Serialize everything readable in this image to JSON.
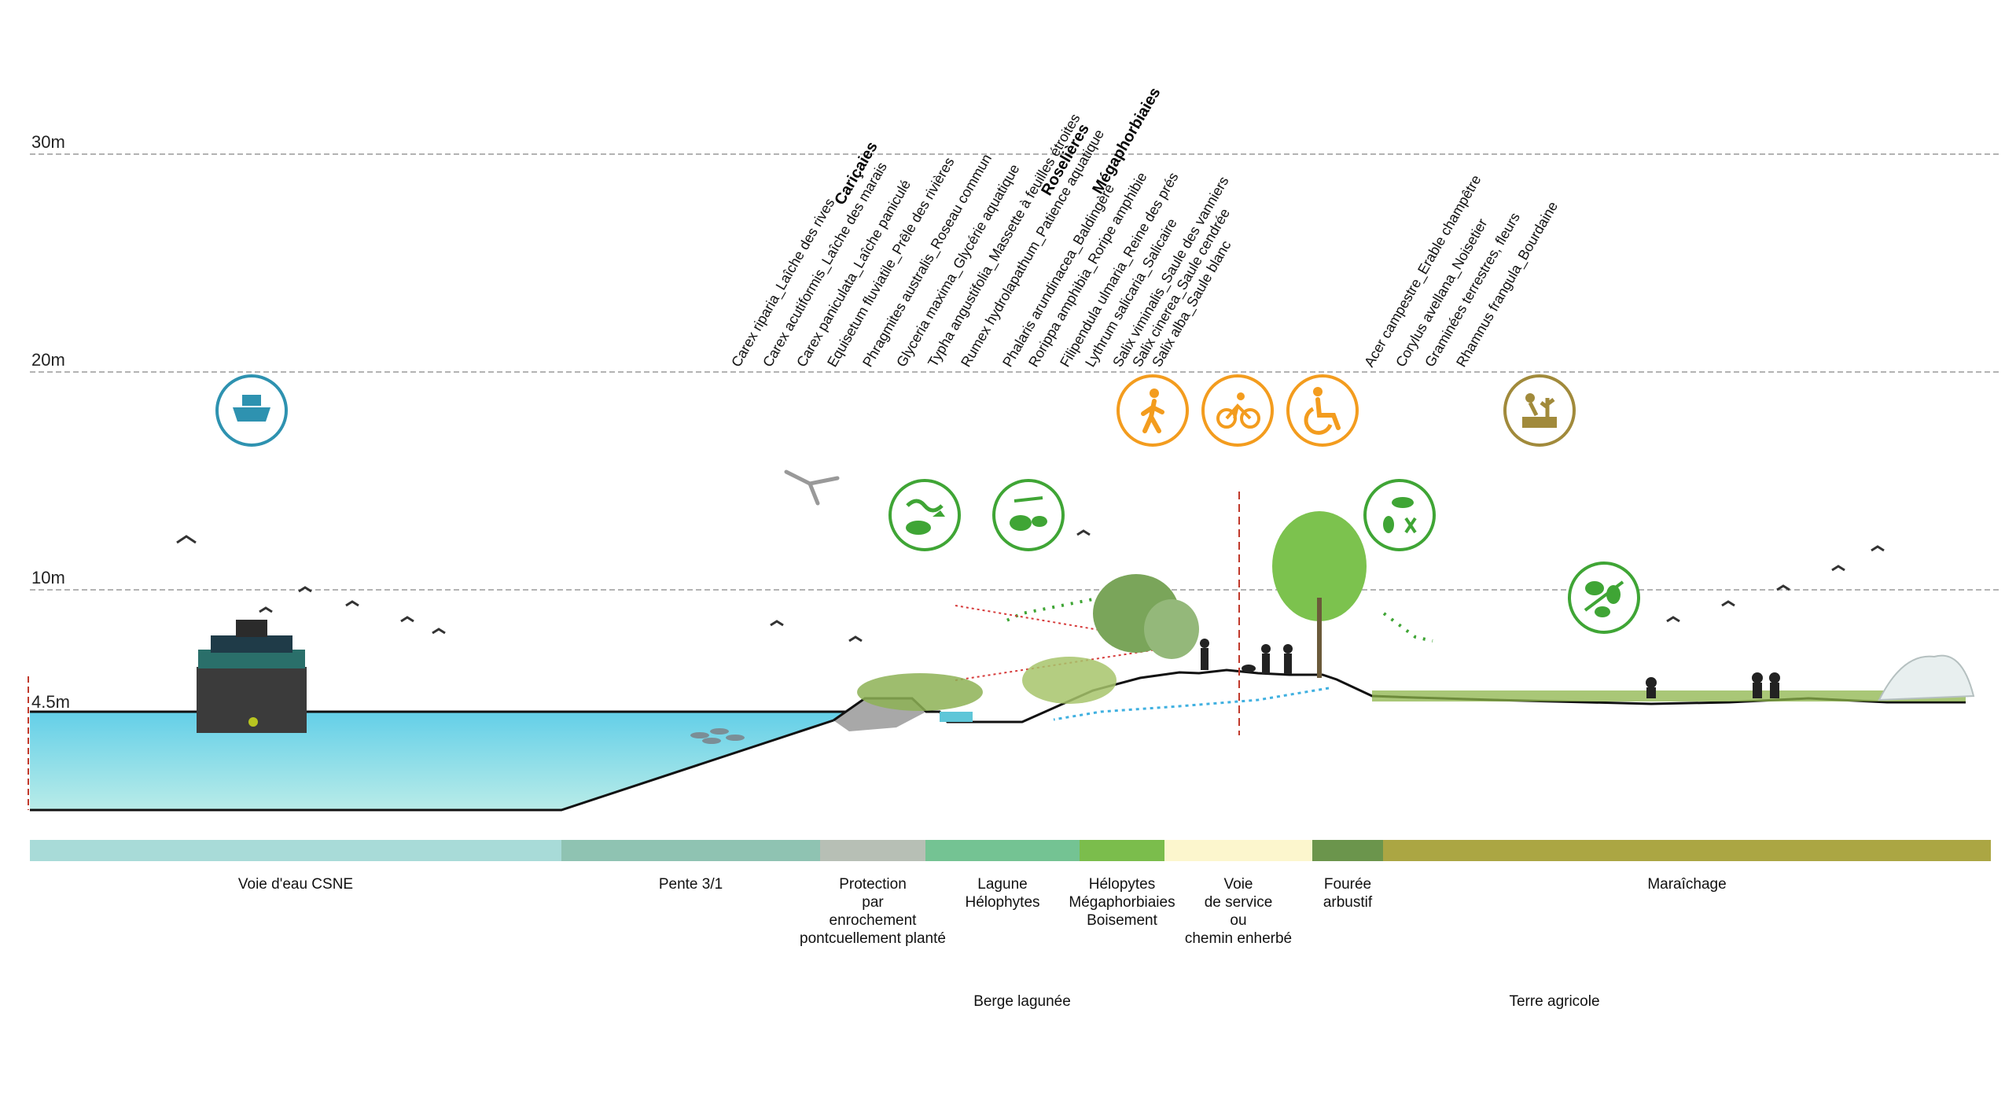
{
  "elevations": [
    "30m",
    "20m",
    "10m",
    "4.5m"
  ],
  "groups": [
    "Cariçaies",
    "Roselières",
    "Mégaphorbiaies"
  ],
  "species": [
    "Carex riparia_Laîche des rives",
    "Carex acutiformis_Laîche des marais",
    "Carex paniculata_Laîche paniculé",
    "Equisetum fluviatile_Prêle des rivières",
    "Phragmites australis_Roseau commun",
    "Glyceria maxima_Glycérie aquatique",
    "Typha angustifolia_Massette à feuilles étroites",
    "Rumex hydrolapathum_Patience aquatique",
    "Phalaris arundinacea_Baldingère",
    "Rorippa amphibia_Roripe amphibie",
    "Filipendula ulmaria_Reine des prés",
    "Lythrum salicaria_Salicaire",
    "Salix viminalis_Saule des vanniers",
    "Salix cinerea_Saule cendrée",
    "Salix alba_Saule blanc",
    "Acer campestre_Erable champêtre",
    "Corylus avellana_Noisetier",
    "Graminées terrestres, fleurs",
    "Rhamnus frangula_Bourdaine"
  ],
  "segments": [
    {
      "lines": [
        "Voie d'eau CSNE"
      ],
      "color": "#a8dbd8"
    },
    {
      "lines": [
        "Pente 3/1"
      ],
      "color": "#8fc3b2"
    },
    {
      "lines": [
        "Protection",
        "par",
        "enrochement",
        "pontcuellement planté"
      ],
      "color": "#b7bfb5"
    },
    {
      "lines": [
        "Lagune",
        "Hélophytes"
      ],
      "color": "#74c393"
    },
    {
      "lines": [
        "Hélopytes",
        "Mégaphorbiaies",
        "Boisement"
      ],
      "color": "#7bbd4c"
    },
    {
      "lines": [
        "Voie",
        "de service",
        "ou",
        "chemin enherbé"
      ],
      "color": "#fcf6cd"
    },
    {
      "lines": [
        "Fourée",
        "arbustif"
      ],
      "color": "#6b954c"
    },
    {
      "lines": [
        "Maraîchage"
      ],
      "color": "#aba643"
    }
  ],
  "zones": [
    "Berge lagunée",
    "Terre agricole"
  ],
  "icons": {
    "boat": {
      "name": "boat-icon",
      "color": "#2e92b0"
    },
    "pedestrian": {
      "name": "pedestrian-icon",
      "color": "#f39c1e"
    },
    "cyclist": {
      "name": "bicycle-icon",
      "color": "#f39c1e"
    },
    "wheelchair": {
      "name": "wheelchair-icon",
      "color": "#f39c1e"
    },
    "farming": {
      "name": "farming-icon",
      "color": "#a18a3b"
    },
    "fauna_aquatic": {
      "name": "aquatic-fauna-icon",
      "color": "#3fa535"
    },
    "fauna_wetland": {
      "name": "wetland-fauna-icon",
      "color": "#3fa535"
    },
    "fauna_birds_insects": {
      "name": "birds-insects-icon",
      "color": "#3fa535"
    },
    "fauna_farmland": {
      "name": "farmland-fauna-icon",
      "color": "#3fa535"
    }
  },
  "colors": {
    "water": "#4ec3e0",
    "ground": "#111111",
    "dashed_line": "#999999",
    "axis": "#c0392b"
  }
}
